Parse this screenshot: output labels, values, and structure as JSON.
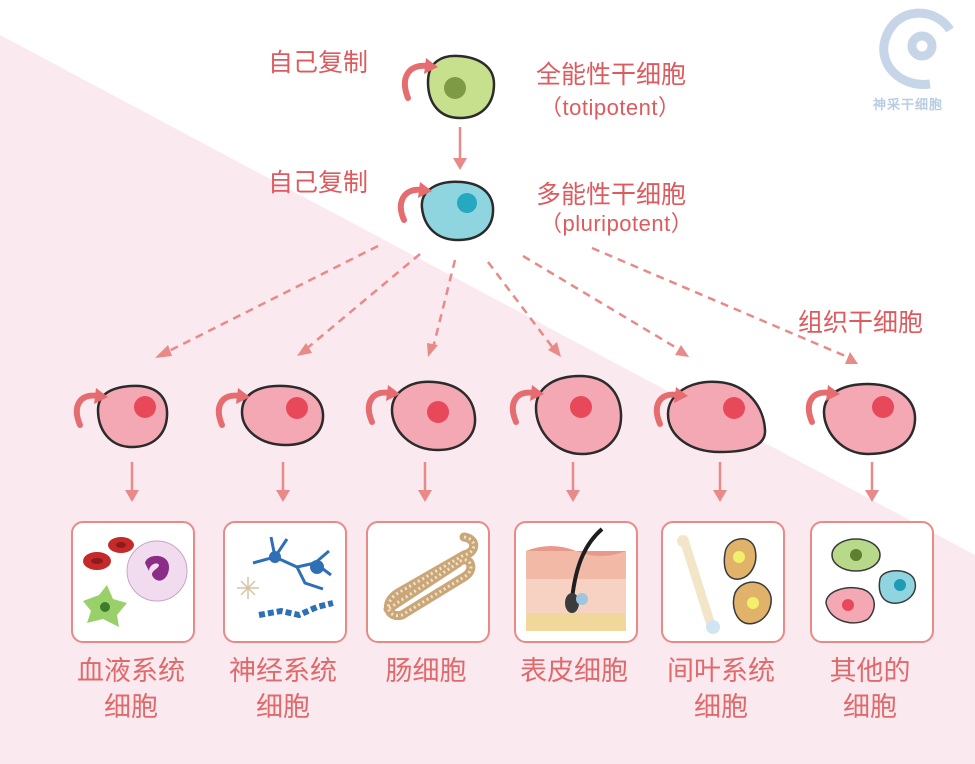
{
  "top": {
    "self_renewal_1": "自己复制",
    "self_renewal_2": "自己复制",
    "totipotent_cn": "全能性干细胞",
    "totipotent_en": "（totipotent）",
    "pluripotent_cn": "多能性干细胞",
    "pluripotent_en": "（pluripotent）",
    "tissue_stem_cells": "组织干细胞"
  },
  "watermark": {
    "text": "神采干细胞"
  },
  "cell_types": [
    {
      "line1": "血液系统",
      "line2": "细胞",
      "icon": "blood-cells-icon"
    },
    {
      "line1": "神经系统",
      "line2": "细胞",
      "icon": "neuron-icon"
    },
    {
      "line1": "肠细胞",
      "line2": "",
      "icon": "intestine-icon"
    },
    {
      "line1": "表皮细胞",
      "line2": "",
      "icon": "skin-layer-icon"
    },
    {
      "line1": "间叶系统",
      "line2": "细胞",
      "icon": "bone-fat-icon"
    },
    {
      "line1": "其他的",
      "line2": "细胞",
      "icon": "other-cells-icon"
    }
  ],
  "colors": {
    "text": "#dd5b5e",
    "totipotent_cell": "#c7e08d",
    "pluripotent_cell": "#8fd5e0",
    "tissue_cell": "#f4a8b4",
    "nucleus_tissue": "#e8495a",
    "arrow": "#e88a88",
    "background_pink": "#fbe9f0"
  }
}
